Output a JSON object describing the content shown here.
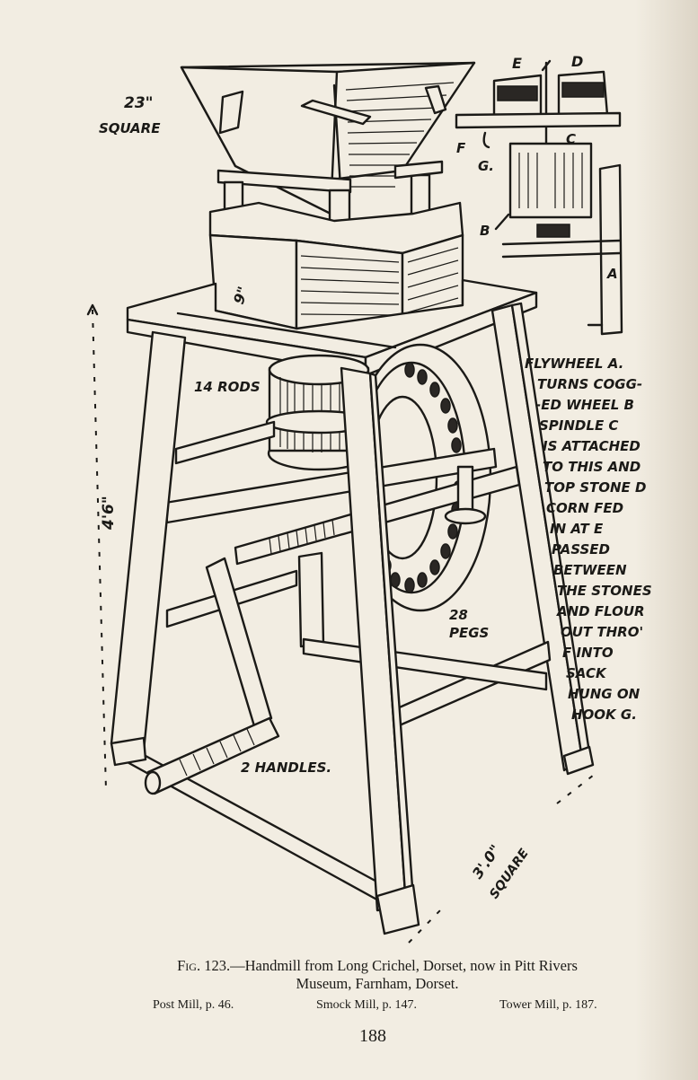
{
  "figure": {
    "labels": {
      "hopper_size": "23\"",
      "hopper_size_unit": "SQUARE",
      "key_e": "E",
      "key_d": "D",
      "key_f": "F",
      "key_c": "C",
      "key_g": "G.",
      "key_b": "B",
      "key_a": "A",
      "stone_case_height": "9\"",
      "rods": "14 RODS",
      "height": "4'6\"",
      "pegs_count": "28",
      "pegs_word": "PEGS",
      "handles": "2 HANDLES.",
      "base_size": "3'.0\"",
      "base_size_unit": "SQUARE"
    },
    "note": [
      "FLYWHEEL A.",
      "TURNS COGG-",
      "-ED WHEEL B",
      "SPINDLE C",
      "IS ATTACHED",
      "TO THIS AND",
      "TOP STONE D",
      "CORN FED",
      "IN AT E",
      "PASSED",
      "BETWEEN",
      "THE STONES",
      "AND FLOUR",
      "OUT THRO'",
      "F INTO",
      "SACK",
      "HUNG ON",
      "HOOK G."
    ]
  },
  "caption": {
    "fig_label": "Fig. 123.",
    "line1_rest": "—Handmill from Long Crichel, Dorset, now in Pitt Rivers",
    "line2": "Museum, Farnham, Dorset."
  },
  "cross_refs": [
    "Post Mill, p. 46.",
    "Smock Mill, p. 147.",
    "Tower Mill, p. 187."
  ],
  "page_number": "188"
}
